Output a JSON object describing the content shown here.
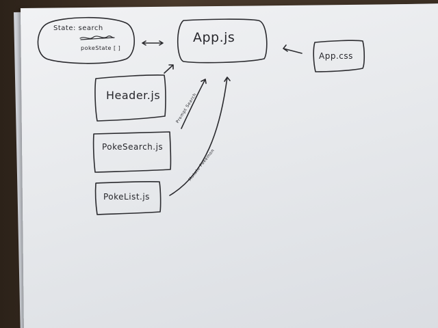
{
  "nodes": {
    "app_js": "App.js",
    "app_css": "App.css",
    "header_js": "Header.js",
    "poke_search_js": "PokeSearch.js",
    "poke_list_js": "PokeList.js"
  },
  "state": {
    "line1": "State: search",
    "line2": "",
    "line3": "pokeState [ ]"
  },
  "edges": {
    "prompt_search": "Prompt Search",
    "mutate_pokemon": "Mutate Pokemon"
  }
}
